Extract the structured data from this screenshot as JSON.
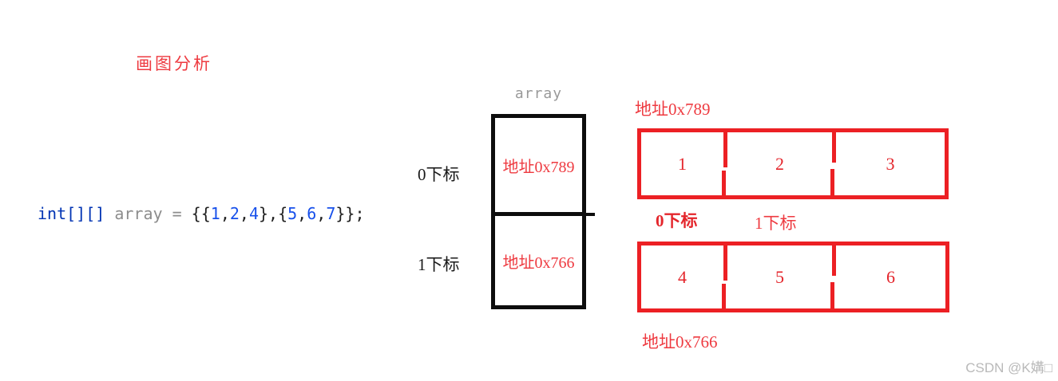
{
  "title": "画图分析",
  "code": {
    "text": "int[][] array = {{1,2,4},{5,6,7}};",
    "tokens": [
      {
        "t": "int[][]",
        "c": "#0033b3"
      },
      {
        "t": " array = ",
        "c": "#8c8c8c"
      },
      {
        "t": "{{",
        "c": "#1f1f1f"
      },
      {
        "t": "1",
        "c": "#1750eb"
      },
      {
        "t": ",",
        "c": "#1f1f1f"
      },
      {
        "t": "2",
        "c": "#1750eb"
      },
      {
        "t": ",",
        "c": "#1f1f1f"
      },
      {
        "t": "4",
        "c": "#1750eb"
      },
      {
        "t": "},{",
        "c": "#1f1f1f"
      },
      {
        "t": "5",
        "c": "#1750eb"
      },
      {
        "t": ",",
        "c": "#1f1f1f"
      },
      {
        "t": "6",
        "c": "#1750eb"
      },
      {
        "t": ",",
        "c": "#1f1f1f"
      },
      {
        "t": "7",
        "c": "#1750eb"
      },
      {
        "t": "}};",
        "c": "#1f1f1f"
      }
    ]
  },
  "pointer_array": {
    "label": "array",
    "rows": [
      {
        "index_label": "0下标",
        "value": "地址0x789"
      },
      {
        "index_label": "1下标",
        "value": "地址0x766"
      }
    ]
  },
  "row_arrays": [
    {
      "address_label": "地址0x789",
      "cells": [
        "1",
        "2",
        "3"
      ],
      "index_labels": [
        "0下标",
        "1下标"
      ]
    },
    {
      "address_label": "地址0x766",
      "cells": [
        "4",
        "5",
        "6"
      ]
    }
  ],
  "watermark": "CSDN @K媾□",
  "colors": {
    "red_border": "#ec2024",
    "red_text": "#ee3a40",
    "red_number": "#e4252b",
    "black_border": "#0d0d0d",
    "black_text": "#1a1a1a",
    "gray_code_identifier": "#8c8c8c",
    "navy_keyword": "#0033b3",
    "blue_number_literal": "#1750eb",
    "gray_array_label": "#999999",
    "watermark_gray": "#b9b9b9"
  }
}
